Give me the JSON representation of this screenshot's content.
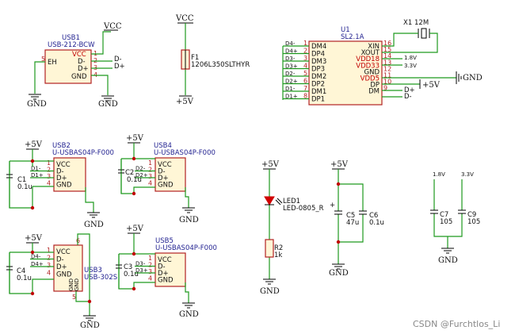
{
  "nets": {
    "vcc": "VCC",
    "gnd": "GND",
    "p5v": "+5V",
    "v18": "1.8V",
    "v33": "3.3V"
  },
  "usb1": {
    "ref": "USB1",
    "part": "USB-212-BCW",
    "pins": [
      "VCC",
      "D-",
      "D+",
      "GND"
    ],
    "nums": [
      "1",
      "2",
      "3",
      "4",
      "5"
    ],
    "eh": "EH",
    "dm": "D-",
    "dp": "D+"
  },
  "f1": {
    "ref": "F1",
    "part": "1206L350SLTHYR"
  },
  "x1": {
    "ref": "X1",
    "part": "12M"
  },
  "u1": {
    "ref": "U1",
    "part": "SL2.1A",
    "left_pins": [
      "DM4",
      "DP4",
      "DM3",
      "DP3",
      "DM2",
      "DP2",
      "DM1",
      "DP1"
    ],
    "left_nums": [
      "1",
      "2",
      "3",
      "4",
      "5",
      "6",
      "7",
      "8"
    ],
    "left_nets": [
      "D4-",
      "D4+",
      "D3-",
      "D3+",
      "D2-",
      "D2+",
      "D1-",
      "D1+"
    ],
    "right_pins": [
      "XIN",
      "XOUT",
      "VDD18",
      "VDD33",
      "GND",
      "VDD5",
      "DP",
      "DM"
    ],
    "right_nums": [
      "16",
      "15",
      "14",
      "13",
      "12",
      "11",
      "10",
      "9"
    ],
    "right_nets": [
      "D+",
      "D-"
    ]
  },
  "usb2": {
    "ref": "USB2",
    "part": "U-USBAS04P-F000",
    "pins": [
      "VCC",
      "D-",
      "D+",
      "GND"
    ],
    "nets": [
      "D1-",
      "D1+"
    ],
    "nums": [
      "1",
      "2",
      "3",
      "4"
    ]
  },
  "usb4": {
    "ref": "USB4",
    "part": "U-USBAS04P-F000",
    "pins": [
      "VCC",
      "D-",
      "D+",
      "GND"
    ],
    "nets": [
      "D2-",
      "D2+"
    ],
    "nums": [
      "1",
      "2",
      "3",
      "4"
    ]
  },
  "usb3": {
    "ref": "USB3",
    "part": "USB-302S",
    "pins": [
      "VCC",
      "D-",
      "D+",
      "GND"
    ],
    "nets": [
      "D4-",
      "D4+"
    ],
    "nums": [
      "1",
      "2",
      "3",
      "4",
      "5",
      "6"
    ],
    "gnd2": "GND"
  },
  "usb5": {
    "ref": "USB5",
    "part": "U-USBAS04P-F000",
    "pins": [
      "VCC",
      "D-",
      "D+",
      "GND"
    ],
    "nets": [
      "D3-",
      "D3+"
    ],
    "nums": [
      "1",
      "2",
      "3",
      "4"
    ]
  },
  "caps": {
    "c1": {
      "ref": "C1",
      "val": "0.1u"
    },
    "c2": {
      "ref": "C2",
      "val": "0.1u"
    },
    "c3": {
      "ref": "C3",
      "val": "0.1u"
    },
    "c4": {
      "ref": "C4",
      "val": "0.1u"
    },
    "c5": {
      "ref": "C5",
      "val": "47u"
    },
    "c6": {
      "ref": "C6",
      "val": "0.1u"
    },
    "c7": {
      "ref": "C7",
      "val": "105"
    },
    "c9": {
      "ref": "C9",
      "val": "105"
    }
  },
  "led1": {
    "ref": "LED1",
    "part": "LED-0805_R"
  },
  "r2": {
    "ref": "R2",
    "val": "1k"
  },
  "watermark": "CSDN @Furchtlos_Li"
}
